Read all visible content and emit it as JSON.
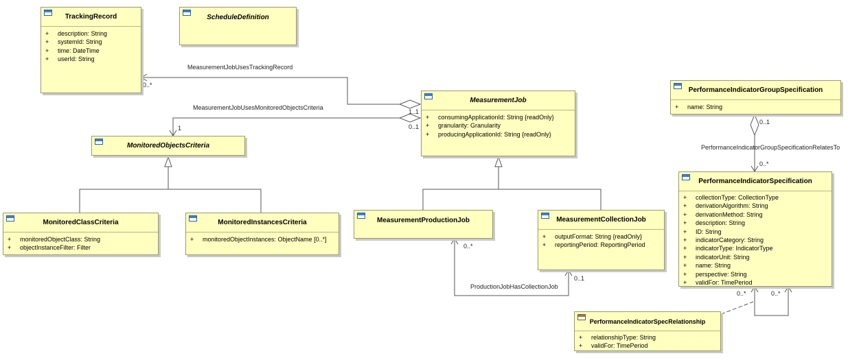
{
  "classes": {
    "tracking_record": {
      "name": "TrackingRecord",
      "attributes": [
        {
          "vis": "+",
          "text": "description: String"
        },
        {
          "vis": "+",
          "text": "systemId: String"
        },
        {
          "vis": "+",
          "text": "time: DateTime"
        },
        {
          "vis": "+",
          "text": "userId: String"
        }
      ]
    },
    "schedule_definition": {
      "name": "ScheduleDefinition"
    },
    "measurement_job": {
      "name": "MeasurementJob",
      "attributes": [
        {
          "vis": "+",
          "text": "consumingApplicationId: String {readOnly}"
        },
        {
          "vis": "+",
          "text": "granularity: Granularity"
        },
        {
          "vis": "+",
          "text": "producingApplicationId: String {readOnly}"
        }
      ]
    },
    "monitored_objects_criteria": {
      "name": "MonitoredObjectsCriteria"
    },
    "monitored_class_criteria": {
      "name": "MonitoredClassCriteria",
      "attributes": [
        {
          "vis": "+",
          "text": "monitoredObjectClass: String"
        },
        {
          "vis": "+",
          "text": "objectInstanceFilter: Filter"
        }
      ]
    },
    "monitored_instances_criteria": {
      "name": "MonitoredInstancesCriteria",
      "attributes": [
        {
          "vis": "+",
          "text": "monitoredObjectInstances: ObjectName [0..*]"
        }
      ]
    },
    "measurement_production_job": {
      "name": "MeasurementProductionJob"
    },
    "measurement_collection_job": {
      "name": "MeasurementCollectionJob",
      "attributes": [
        {
          "vis": "+",
          "text": "outputFormat: String {readOnly}"
        },
        {
          "vis": "+",
          "text": "reportingPeriod: ReportingPeriod"
        }
      ]
    },
    "pi_group_spec": {
      "name": "PerformanceIndicatorGroupSpecification",
      "attributes": [
        {
          "vis": "+",
          "text": "name: String"
        }
      ]
    },
    "pi_spec": {
      "name": "PerformanceIndicatorSpecification",
      "attributes": [
        {
          "vis": "+",
          "text": "collectionType: CollectionType"
        },
        {
          "vis": "+",
          "text": "derivationAlgorithm: String"
        },
        {
          "vis": "+",
          "text": "derivationMethod: String"
        },
        {
          "vis": "+",
          "text": "description: String"
        },
        {
          "vis": "+",
          "text": "ID: String"
        },
        {
          "vis": "+",
          "text": "indicatorCategory: String"
        },
        {
          "vis": "+",
          "text": "indicatorType: IndicatorType"
        },
        {
          "vis": "+",
          "text": "indicatorUnit: String"
        },
        {
          "vis": "+",
          "text": "name: String"
        },
        {
          "vis": "+",
          "text": "perspective: String"
        },
        {
          "vis": "+",
          "text": "validFor: TimePeriod"
        }
      ]
    },
    "pi_spec_relationship": {
      "name": "PerformanceIndicatorSpecRelationship",
      "attributes": [
        {
          "vis": "+",
          "text": "relationshipType: String"
        },
        {
          "vis": "+",
          "text": "validFor: TimePeriod"
        }
      ]
    }
  },
  "associations": {
    "job_tracking": {
      "name": "MeasurementJobUsesTrackingRecord",
      "target_mult": "0..*",
      "source_mult": "1..1"
    },
    "job_criteria": {
      "name": "MeasurementJobUsesMonitoredObjectsCriteria",
      "target_mult": "1",
      "source_mult": "0..1"
    },
    "group_spec": {
      "name": "PerformanceIndicatorGroupSpecificationRelatesTo",
      "source_mult": "0..1",
      "target_mult": "0..*"
    },
    "production_collection": {
      "name": "ProductionJobHasCollectionJob",
      "production_mult": "0..*",
      "collection_mult": "0..1"
    },
    "spec_self": {
      "left_mult": "0..*",
      "right_mult": "0..*"
    }
  }
}
